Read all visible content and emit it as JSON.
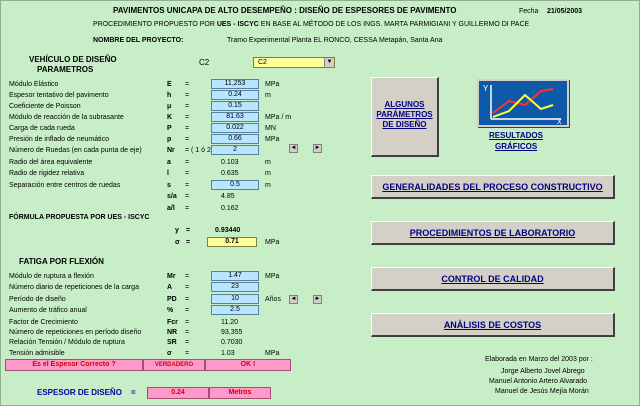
{
  "header": {
    "title": "PAVIMENTOS UNICAPA DE ALTO DESEMPEÑO : DISEÑO DE ESPESORES DE PAVIMENTO",
    "date_label": "Fecha",
    "date_value": "21/05/2003",
    "procedure_prefix": "PROCEDIMIENTO PROPUESTO POR ",
    "procedure_org": "UES - ISCYC",
    "procedure_suffix": " EN BASE AL MÉTODO DE LOS INGS. MARTA PARMIGIANI Y GUILLERMO DI PACE",
    "project_label": "NOMBRE DEL PROYECTO:",
    "project_value": "Tramo  Experimental  Planta  EL  RONCO, CESSA  Metapán, Santa Ana"
  },
  "vehicle": {
    "label_line1": "VEHÍCULO DE DISEÑO",
    "label_line2": "PARAMETROS",
    "code": "C2",
    "dropdown_value": "C2",
    "dropdown_arrow": "▼"
  },
  "parameters": [
    {
      "label": "Módulo Elástico",
      "symbol": "E",
      "eq": "=",
      "value": "11,253",
      "unit": "MPa",
      "style": "box"
    },
    {
      "label": "Espesor tentativo del pavimento",
      "symbol": "h",
      "eq": "=",
      "value": "0.24",
      "unit": "m",
      "style": "box"
    },
    {
      "label": "Coeficiente de Poisson",
      "symbol": "μ",
      "eq": "=",
      "value": "0.15",
      "unit": "",
      "style": "box"
    },
    {
      "label": "Módulo de reacción de la subrasante",
      "symbol": "K",
      "eq": "=",
      "value": "81.63",
      "unit": "MPa / m",
      "style": "box"
    },
    {
      "label": "Carga de cada rueda",
      "symbol": "P",
      "eq": "=",
      "value": "0.022",
      "unit": "MN",
      "style": "box"
    },
    {
      "label": "Presión de inflado de neumático",
      "symbol": "p",
      "eq": "=",
      "value": "0.66",
      "unit": "MPa",
      "style": "box"
    },
    {
      "label": "Número de Ruedas (en cada punta de eje)",
      "symbol": "Nr",
      "eq": "= ( 1 ó 2 )",
      "value": "2",
      "unit": "",
      "style": "box"
    },
    {
      "label": "Radio del área equivalente",
      "symbol": "a",
      "eq": "=",
      "value": "0.103",
      "unit": "m",
      "style": "plain"
    },
    {
      "label": "Radio de rigidez relativa",
      "symbol": "l",
      "eq": "=",
      "value": "0.635",
      "unit": "m",
      "style": "plain"
    },
    {
      "label": "Separación entre centros de ruedas",
      "symbol": "s",
      "eq": "=",
      "value": "0.5",
      "unit": "m",
      "style": "box"
    },
    {
      "label": "",
      "symbol": "s/a",
      "eq": "=",
      "value": "4.85",
      "unit": "",
      "style": "plain"
    },
    {
      "label": "",
      "symbol": "a/l",
      "eq": "=",
      "value": "0.162",
      "unit": "",
      "style": "plain"
    }
  ],
  "formula": {
    "heading": "FÓRMULA PROPUESTA POR UES - ISCYC",
    "y_symbol": "y",
    "y_eq": "=",
    "y_value": "0.93440",
    "sigma_symbol": "σ",
    "sigma_eq": "=",
    "sigma_value": "0.71",
    "sigma_unit": "MPa"
  },
  "fatigue": {
    "heading": "FATIGA POR FLEXIÓN",
    "rows": [
      {
        "label": "Módulo de ruptura a flexión",
        "symbol": "Mr",
        "eq": "=",
        "value": "1.47",
        "unit": "MPa",
        "style": "box"
      },
      {
        "label": "Número diario de repeticiones de la carga",
        "symbol": "A",
        "eq": "=",
        "value": "23",
        "unit": "",
        "style": "box"
      },
      {
        "label": "Período de diseño",
        "symbol": "PD",
        "eq": "=",
        "value": "10",
        "unit": "Años",
        "style": "box"
      },
      {
        "label": "Aumento de tráfico anual",
        "symbol": "%",
        "eq": "=",
        "value": "2.5",
        "unit": "",
        "style": "box"
      },
      {
        "label": "Factor de Crecimiento",
        "symbol": "Fcr",
        "eq": "=",
        "value": "11.20",
        "unit": "",
        "style": "plain"
      },
      {
        "label": "Número de repeticiones en período diseño",
        "symbol": "NR",
        "eq": "=",
        "value": "93,355",
        "unit": "",
        "style": "plain"
      },
      {
        "label": "Relación Tensión / Módulo de ruptura",
        "symbol": "SR",
        "eq": "=",
        "value": "0.7030",
        "unit": "",
        "style": "plain"
      },
      {
        "label": "Tensión admisible",
        "symbol": "σ",
        "eq": "=",
        "value": "1.03",
        "unit": "MPa",
        "style": "plain"
      }
    ]
  },
  "check": {
    "question": "Es el Espesor Correcto ?",
    "answer": "VERDADERO",
    "status": "OK !"
  },
  "design_thickness": {
    "label": "ESPESOR DE DISEÑO",
    "eq": "=",
    "value": "0.24",
    "unit": "Metros"
  },
  "nav": {
    "algunos_line1": "ALGUNOS",
    "algunos_line2": "PARÁMETROS",
    "algunos_line3": "DE DISEÑO",
    "resultados_line1": "RESULTADOS",
    "resultados_line2": "GRÁFICOS",
    "generalidades": "GENERALIDADES DEL PROCESO CONSTRUCTIVO",
    "procedimientos": "PROCEDIMIENTOS DE LABORATORIO",
    "control": "CONTROL DE CALIDAD",
    "analisis": "ANÁLISIS DE COSTOS"
  },
  "chart_icon": {
    "y_label": "Y",
    "x_label": "X"
  },
  "spin": {
    "left": "◄",
    "right": "►"
  },
  "credits": {
    "line1": "Elaborada en Marzo del  2003 por :",
    "line2": "Jorge Alberto Jovel Abrego",
    "line3": "Manuel Antonio Artero Alvarado",
    "line4": "Manuel de Jesús Mejía Morán"
  },
  "colors": {
    "sheet_bg": "#c8eec8",
    "input_blue": "#b9e6ff",
    "highlight_yellow": "#ffff99",
    "alert_pink": "#ff99cc"
  }
}
